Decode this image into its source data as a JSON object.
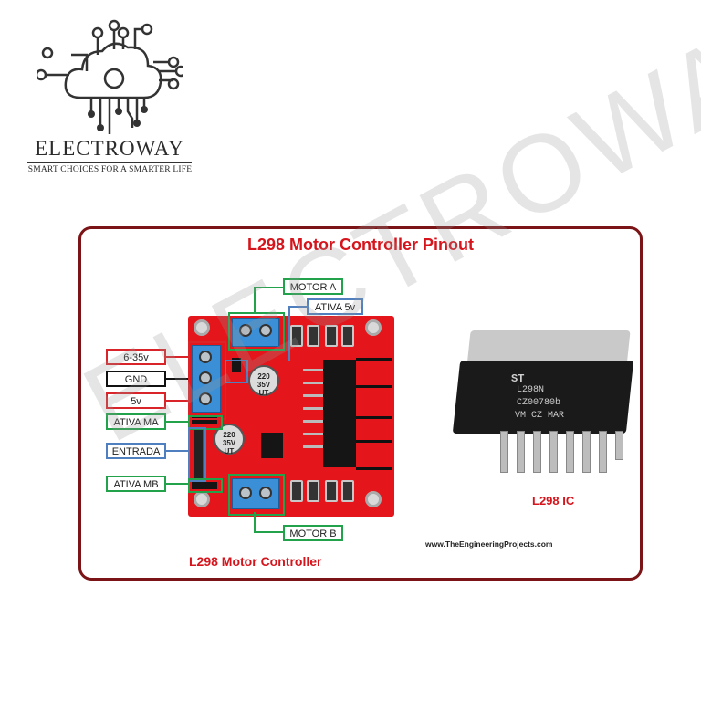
{
  "brand": {
    "logo_icon": "circuit-cloud-gear-logo",
    "name": "ELECTROWAY",
    "tagline": "SMART CHOICES FOR A SMARTER LIFE"
  },
  "watermark": "ELECTROWAY",
  "diagram": {
    "title": "L298 Motor Controller Pinout",
    "labels": {
      "motor_a": "MOTOR A",
      "ativa_5v": "ATIVA 5v",
      "v_6_35": "6-35v",
      "gnd": "GND",
      "v5": "5v",
      "ativa_ma": "ATIVA MA",
      "entrada": "ENTRADA",
      "ativa_mb": "ATIVA MB",
      "motor_b": "MOTOR B"
    },
    "board_caption": "L298 Motor Controller",
    "capacitor_text": [
      "220",
      "35V",
      "UT"
    ],
    "ic": {
      "caption": "L298 IC",
      "marking_lines": [
        "ST",
        "L298N",
        "CZ00780b",
        "VM CZ MAR"
      ]
    },
    "source_url": "www.TheEngineeringProjects.com"
  },
  "colors": {
    "frame": "#7b1416",
    "title": "#d6141c",
    "pcb": "#e4161c",
    "power_label": "#d9242a",
    "enable_label": "#22a24a",
    "signal_label": "#4f7fbf"
  }
}
